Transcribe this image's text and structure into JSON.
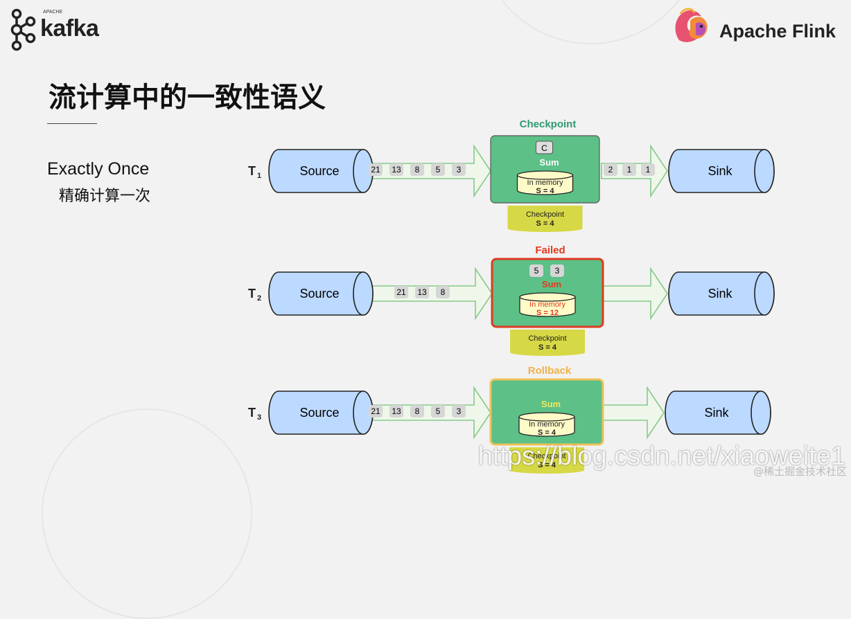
{
  "header": {
    "kafka_apache": "APACHE",
    "kafka_name": "kafka",
    "flink_name": "Apache Flink"
  },
  "title": "流计算中的一致性语义",
  "semantics": {
    "en": "Exactly Once",
    "zh": "精确计算一次"
  },
  "rows": [
    {
      "time_label": "T",
      "time_sub": "1",
      "source": "Source",
      "sink": "Sink",
      "operator_status": "Checkpoint",
      "status_color": "#2e9b6f",
      "operator_border": "#555555",
      "barrier_marker": "C",
      "pending_chips": [],
      "input_chips": [
        "21",
        "13",
        "8",
        "5",
        "3"
      ],
      "output_chips": [
        "2",
        "1",
        "1"
      ],
      "sum_label": "Sum",
      "memory_label": "In memory",
      "memory_value": "S = 4",
      "memory_text_color": "#222222",
      "checkpoint_label": "Checkpoint",
      "checkpoint_value": "S = 4"
    },
    {
      "time_label": "T",
      "time_sub": "2",
      "source": "Source",
      "sink": "Sink",
      "operator_status": "Failed",
      "status_color": "#e03a1e",
      "operator_border": "#e03a1e",
      "barrier_marker": "",
      "pending_chips": [
        "5",
        "3"
      ],
      "input_chips": [
        "21",
        "13",
        "8"
      ],
      "output_chips": [],
      "sum_label": "Sum",
      "memory_label": "In memory",
      "memory_value": "S = 12",
      "memory_text_color": "#e03a1e",
      "checkpoint_label": "Checkpoint",
      "checkpoint_value": "S = 4"
    },
    {
      "time_label": "T",
      "time_sub": "3",
      "source": "Source",
      "sink": "Sink",
      "operator_status": "Rollback",
      "status_color": "#f0b24a",
      "operator_border": "#f0c15a",
      "barrier_marker": "",
      "pending_chips": [],
      "input_chips": [
        "21",
        "13",
        "8",
        "5",
        "3"
      ],
      "output_chips": [],
      "sum_label": "Sum",
      "memory_label": "In memory",
      "memory_value": "S = 4",
      "memory_text_color": "#222222",
      "checkpoint_label": "Checkpoint",
      "checkpoint_value": "S = 4"
    }
  ],
  "colors": {
    "operator_fill": "#5cc087",
    "cylinder_fill": "#bcd9ff",
    "cylinder_stroke": "#222222",
    "memory_fill": "#fffbc8",
    "checkpoint_fill": "#d7d845",
    "chip_fill": "#d6d6d6"
  },
  "watermark": "https://blog.csdn.net/xiaoweite1",
  "site_watermark": "@稀土掘金技术社区"
}
